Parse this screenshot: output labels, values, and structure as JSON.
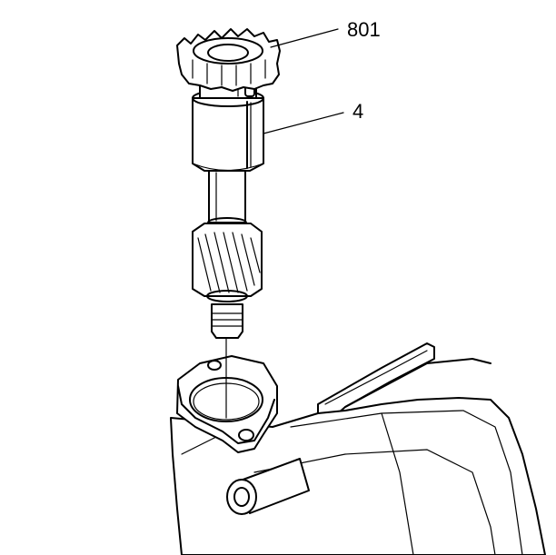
{
  "callouts": [
    {
      "id": "drive-gear",
      "label": "801"
    },
    {
      "id": "sleeve",
      "label": "4"
    }
  ],
  "colors": {
    "line": "#000000",
    "background": "#ffffff"
  }
}
